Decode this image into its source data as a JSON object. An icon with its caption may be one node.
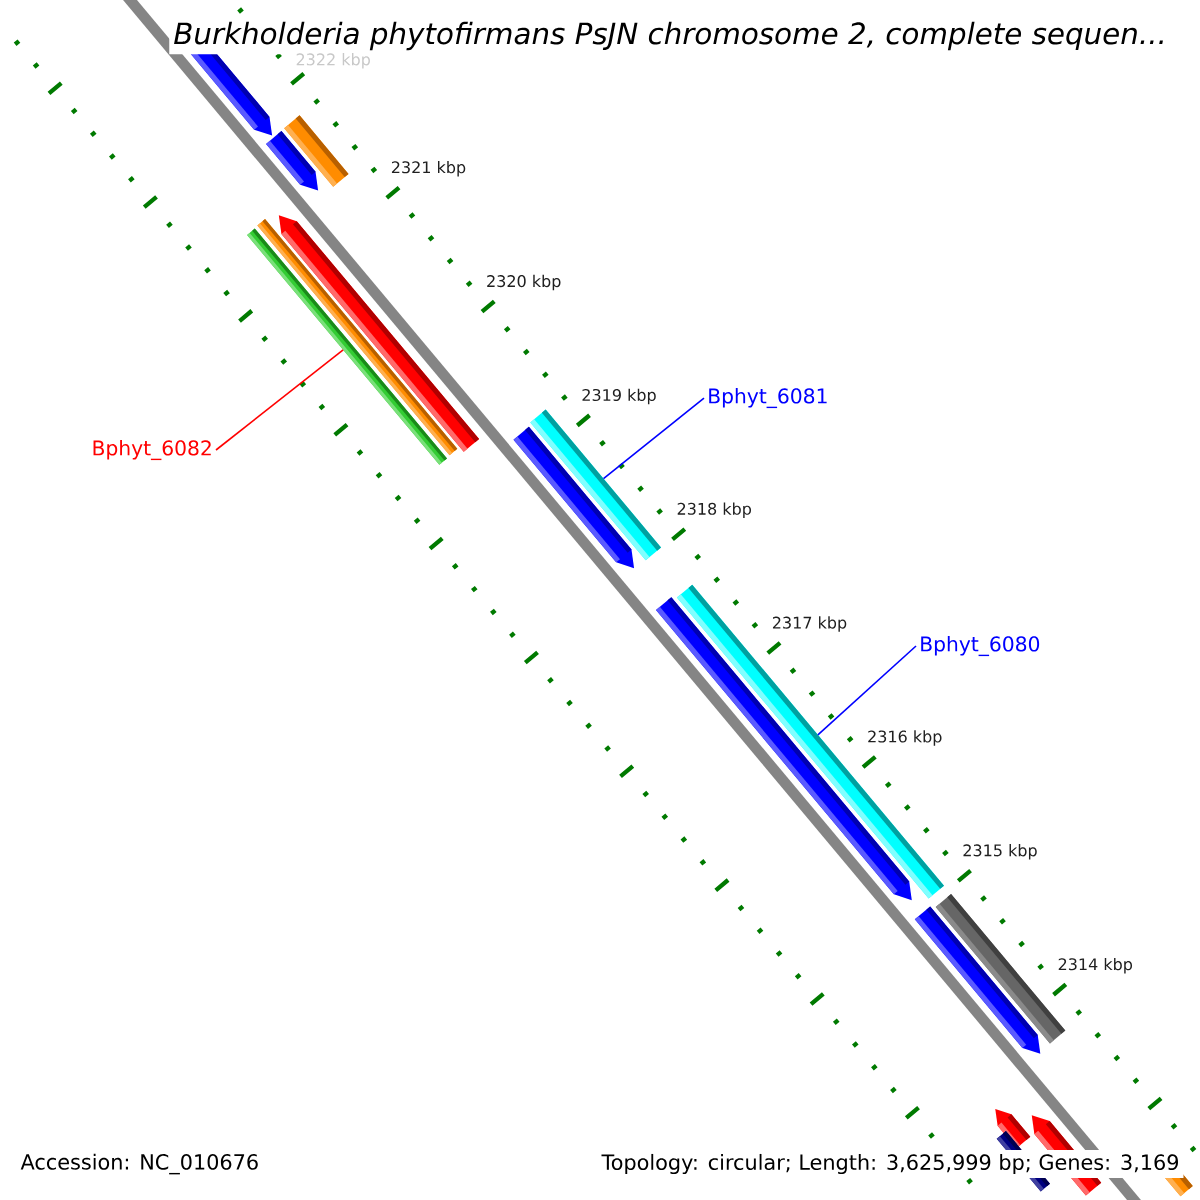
{
  "diagram": {
    "title": "Burkholderia phytofirmans PsJN chromosome 2, complete sequen...",
    "nodes": [
      {
        "text": [
          "Bphyt_6082"
        ]
      },
      {
        "text": [],
        "shape": "bar"
      },
      {
        "text": [
          "Bphyt_6081"
        ]
      },
      {
        "text": [],
        "shape": "bar"
      },
      {
        "text": [
          "Bphyt_6080"
        ]
      },
      {
        "text": [],
        "shape": "bar"
      }
    ],
    "edges": [
      {
        "from": 0,
        "to": 1,
        "arrow": "none",
        "color": "#ff0000"
      },
      {
        "from": 2,
        "to": 3,
        "arrow": "none",
        "color": "#0000ff"
      },
      {
        "from": 4,
        "to": 5,
        "arrow": "none",
        "color": "#0000ff"
      }
    ],
    "labels": [
      "2322 kbp",
      "2321 kbp",
      "2320 kbp",
      "2319 kbp",
      "2318 kbp",
      "2317 kbp",
      "2316 kbp",
      "2315 kbp",
      "2314 kbp",
      "Accession: NC_010676",
      "Topology: circular; Length: 3,625,999 bp; Genes: 3,169"
    ]
  }
}
